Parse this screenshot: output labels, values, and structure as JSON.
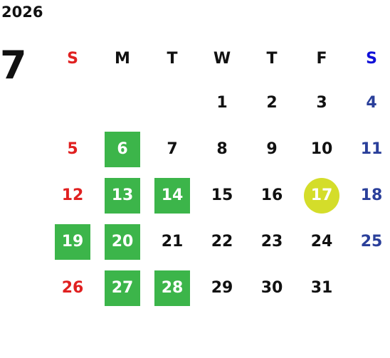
{
  "calendar": {
    "year": "2026",
    "month": "7",
    "weekdays": [
      "S",
      "M",
      "T",
      "W",
      "T",
      "F",
      "S"
    ],
    "highlight_color": "#3cb54a",
    "today_color": "#d4dd2a",
    "weeks": [
      [
        "",
        "",
        "",
        "1",
        "2",
        "3",
        "4"
      ],
      [
        "5",
        "6",
        "7",
        "8",
        "9",
        "10",
        "11"
      ],
      [
        "12",
        "13",
        "14",
        "15",
        "16",
        "17",
        "18"
      ],
      [
        "19",
        "20",
        "21",
        "22",
        "23",
        "24",
        "25"
      ],
      [
        "26",
        "27",
        "28",
        "29",
        "30",
        "31",
        ""
      ]
    ],
    "highlighted_days": [
      "6",
      "13",
      "14",
      "19",
      "20",
      "27",
      "28"
    ],
    "today": "17"
  }
}
